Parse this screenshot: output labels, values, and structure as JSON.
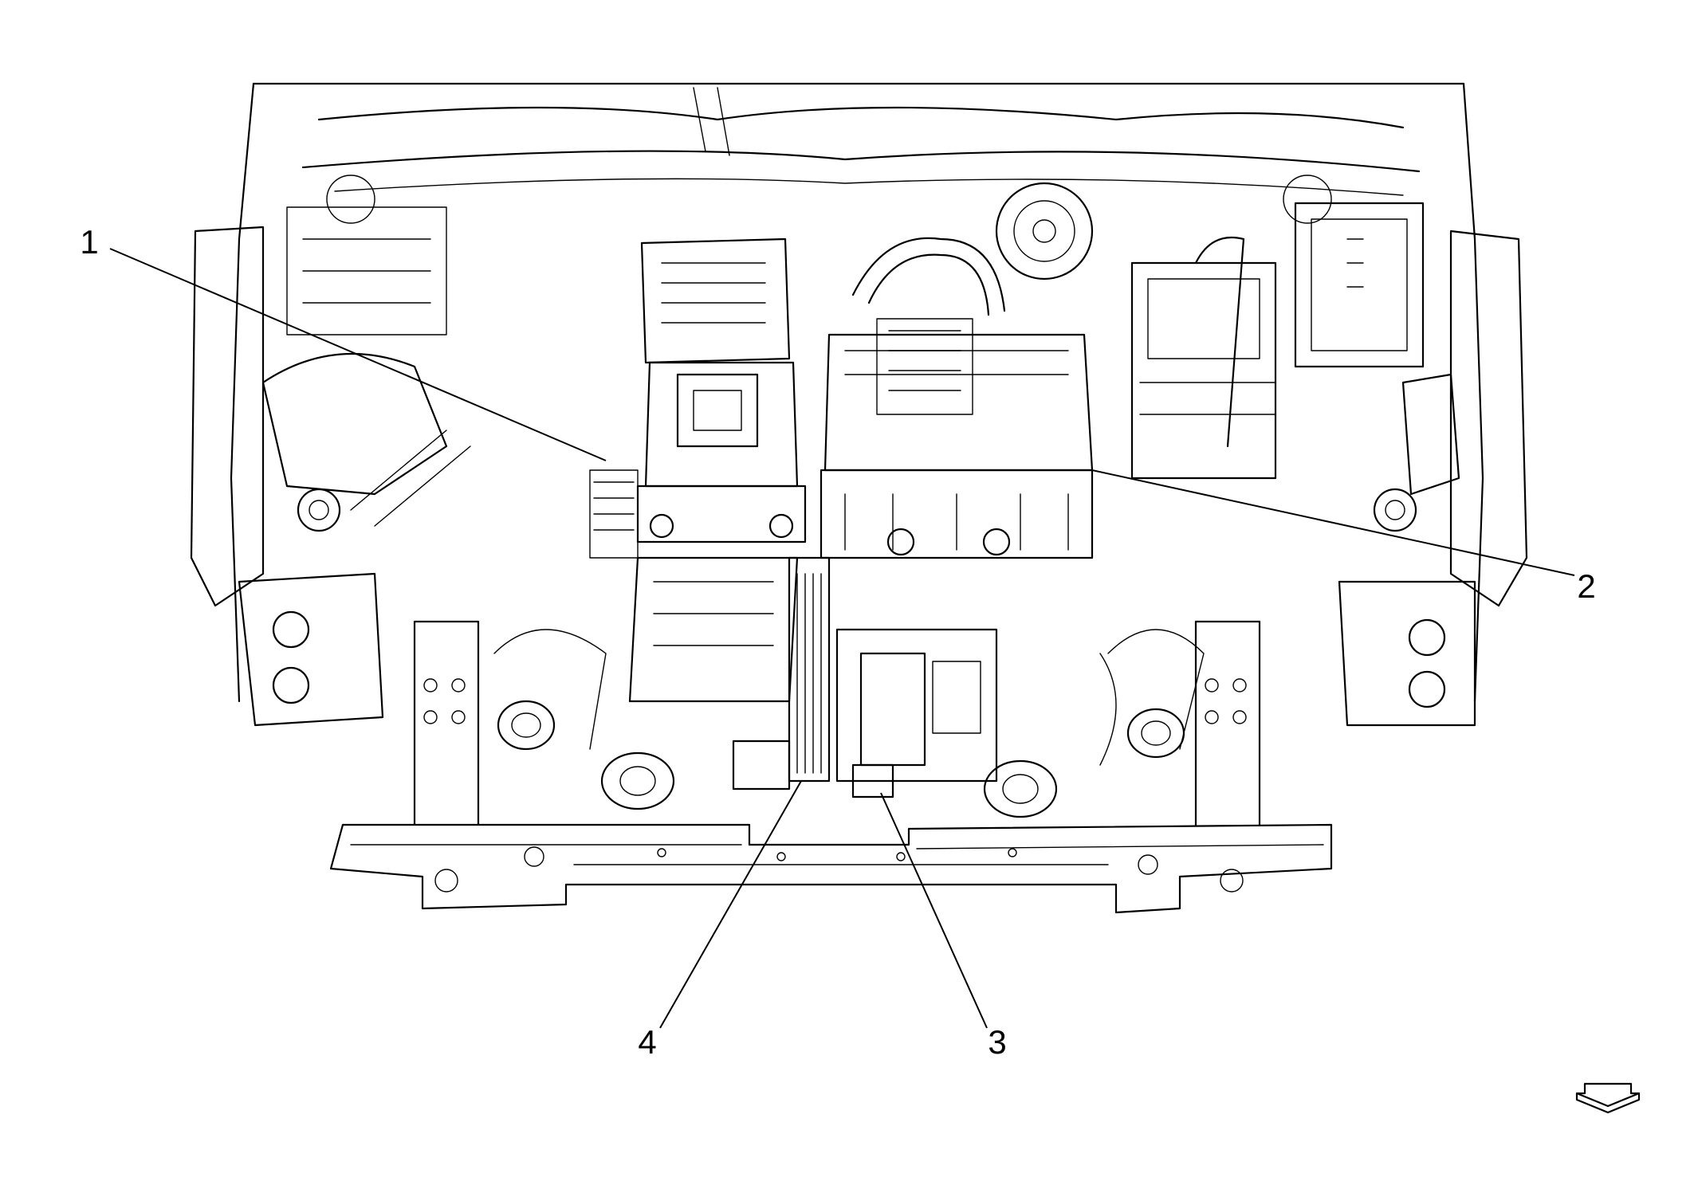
{
  "callouts": [
    {
      "id": "1",
      "label": "1"
    },
    {
      "id": "2",
      "label": "2"
    },
    {
      "id": "3",
      "label": "3"
    },
    {
      "id": "4",
      "label": "4"
    }
  ],
  "view_arrow_icon": "view-direction-arrow-icon",
  "colors": {
    "line": "#000000",
    "background": "#ffffff"
  }
}
